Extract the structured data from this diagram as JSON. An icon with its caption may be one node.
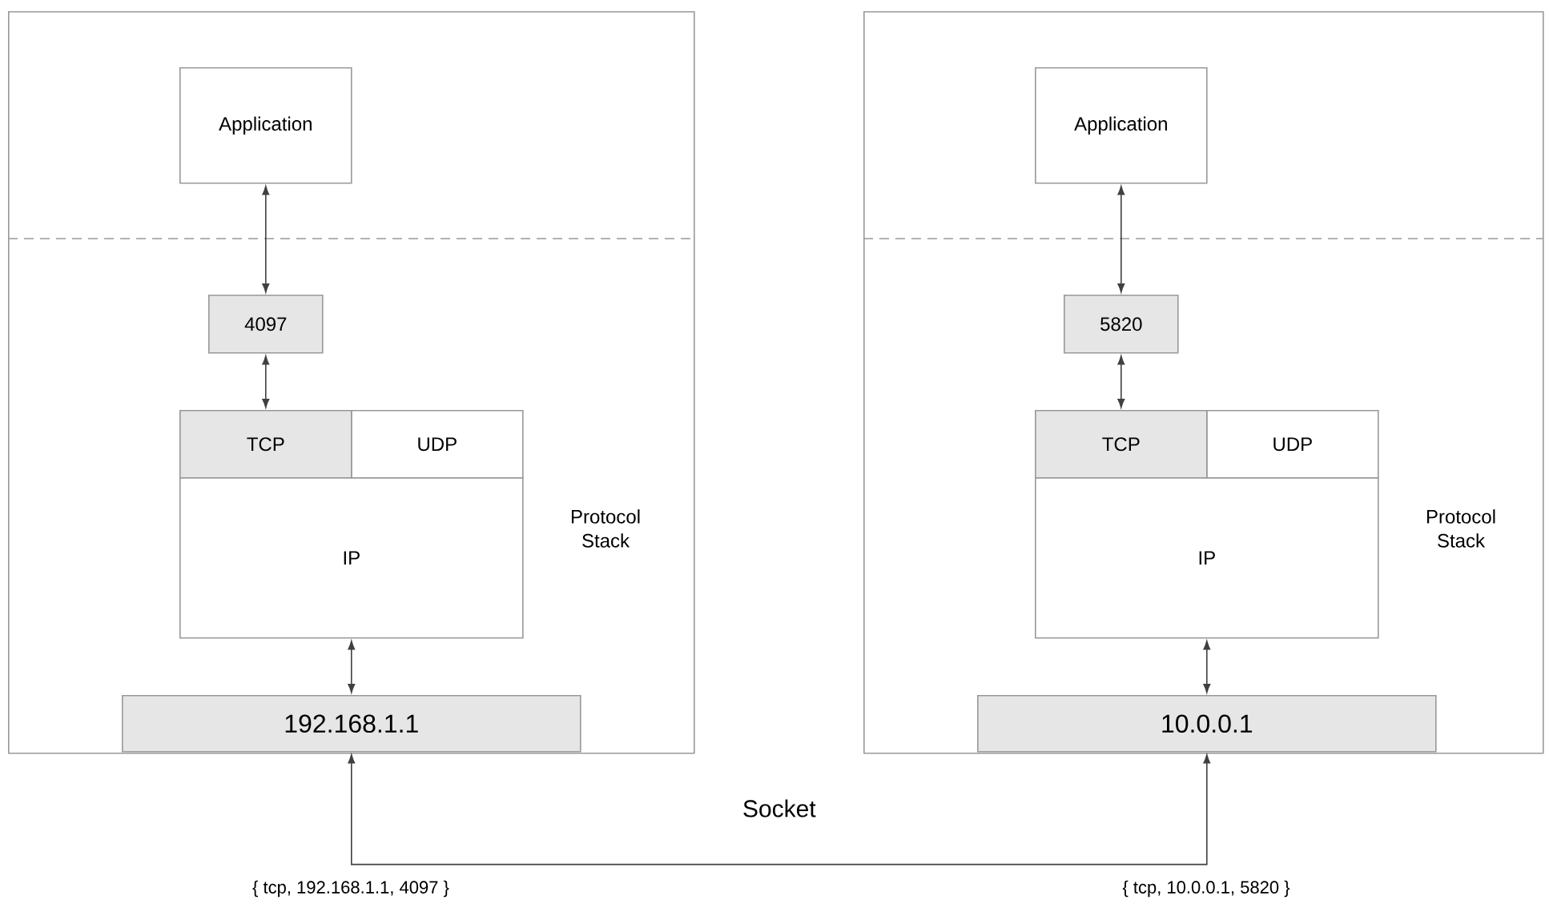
{
  "diagram": {
    "nodes": [
      {
        "text": [],
        "shape": "box"
      },
      {
        "text": [
          "Application"
        ],
        "in": 0
      },
      {
        "text": [
          "4097"
        ],
        "in": 0
      },
      {
        "text": [
          "TCP"
        ],
        "in": 0
      },
      {
        "text": [
          "UDP"
        ],
        "in": 0
      },
      {
        "text": [
          "IP"
        ],
        "in": 0
      },
      {
        "text": [
          "192.168.1.1"
        ],
        "in": 0
      },
      {
        "text": [],
        "shape": "box"
      },
      {
        "text": [
          "Application"
        ],
        "in": 7
      },
      {
        "text": [
          "5820"
        ],
        "in": 7
      },
      {
        "text": [
          "TCP"
        ],
        "in": 7
      },
      {
        "text": [
          "UDP"
        ],
        "in": 7
      },
      {
        "text": [
          "IP"
        ],
        "in": 7
      },
      {
        "text": [
          "10.0.0.1"
        ],
        "in": 7
      }
    ],
    "edges": [
      {
        "from": 1,
        "to": 2,
        "arrow": "both"
      },
      {
        "from": 2,
        "to": 3,
        "arrow": "both"
      },
      {
        "from": 5,
        "to": 6,
        "arrow": "both"
      },
      {
        "from": 8,
        "to": 9,
        "arrow": "both"
      },
      {
        "from": 9,
        "to": 10,
        "arrow": "both"
      },
      {
        "from": 12,
        "to": 13,
        "arrow": "both"
      },
      {
        "from": 6,
        "to": 13,
        "arrow": "both",
        "label": "Socket"
      }
    ],
    "labels": [
      "Protocol Stack",
      "Protocol Stack",
      "{ tcp, 192.168.1.1, 4097 }",
      "{ tcp, 10.0.0.1, 5820 }"
    ]
  }
}
